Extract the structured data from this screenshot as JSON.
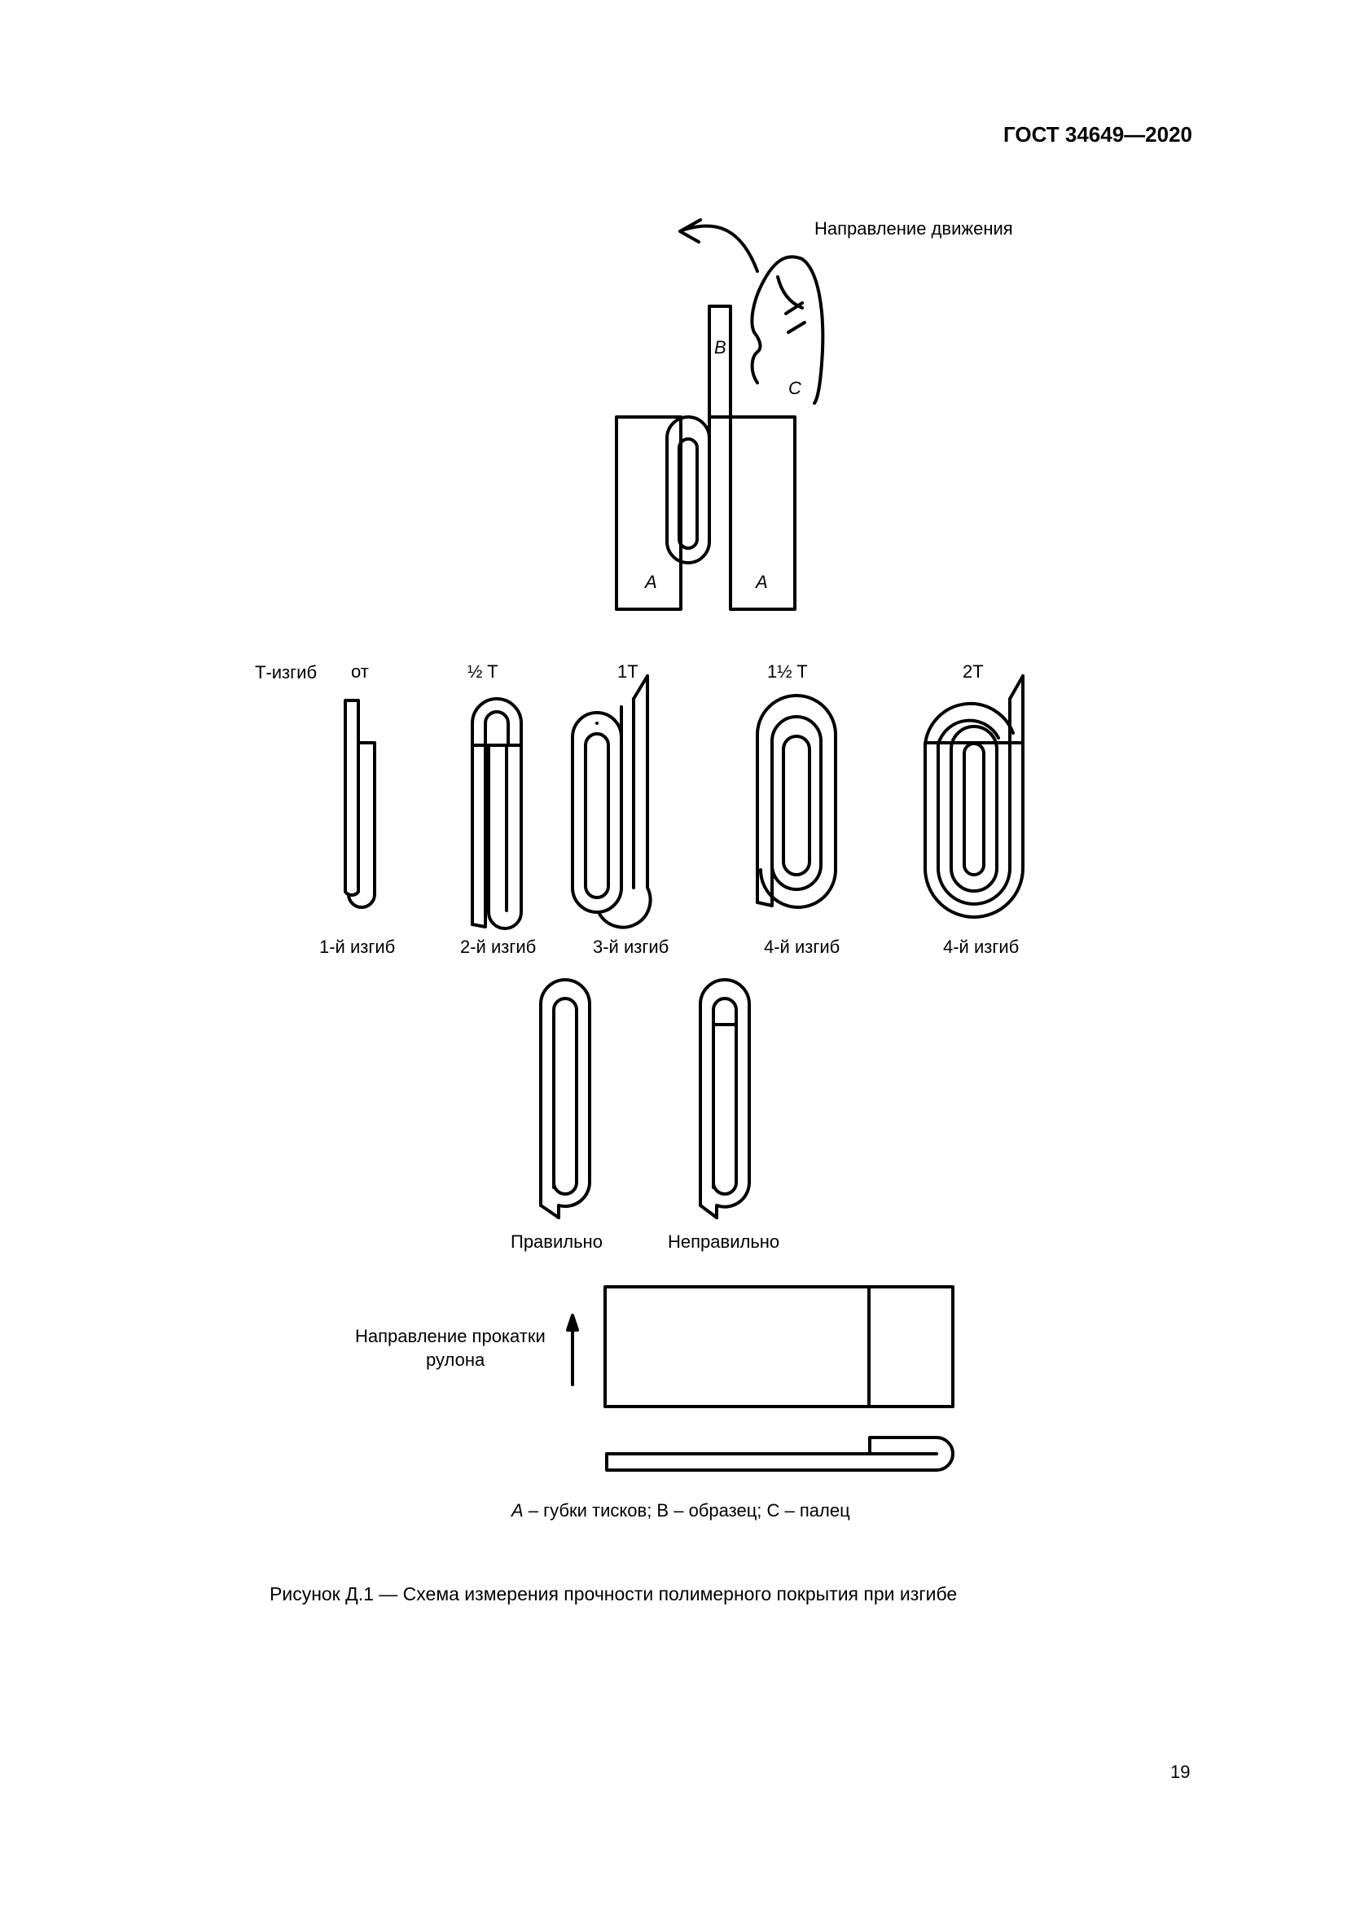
{
  "header": {
    "standard": "ГОСТ 34649—2020"
  },
  "figure": {
    "direction_label": "Направление движения",
    "letters": {
      "b": "B",
      "c": "C",
      "a_left": "A",
      "a_right": "A"
    },
    "row_title": "Т-изгиб",
    "t_labels": [
      "от",
      "½ T",
      "1T",
      "1½ T",
      "2T"
    ],
    "bend_labels": [
      "1-й изгиб",
      "2-й изгиб",
      "3-й изгиб",
      "4-й изгиб",
      "4-й изгиб"
    ],
    "correct_label": "Правильно",
    "incorrect_label": "Неправильно",
    "rolling_line1": "Направление прокатки",
    "rolling_line2": "рулона",
    "legend_a": "A",
    "legend_rest": " – губки тисков; B – образец; C – палец",
    "caption": "Рисунок Д.1 — Схема измерения прочности полимерного покрытия при изгибе"
  },
  "footer": {
    "page_number": "19"
  }
}
